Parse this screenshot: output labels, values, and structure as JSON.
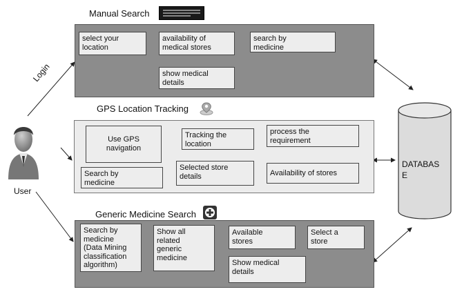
{
  "titles": {
    "manual": "Manual Search",
    "gps": "GPS Location Tracking",
    "generic": "Generic Medicine Search"
  },
  "actor": {
    "label": "User",
    "login_label": "Login"
  },
  "database": {
    "label": "DATABAS\nE"
  },
  "manual": {
    "select_location": "select your\nlocation",
    "availability": "availability of\nmedical stores",
    "search_medicine": "search by\nmedicine",
    "show_details": "show medical\ndetails"
  },
  "gps": {
    "use_gps": "Use GPS\nnavigation",
    "tracking": "Tracking the\nlocation",
    "process": "process the\nrequirement",
    "search_medicine": "Search by\nmedicine",
    "selected_store": "Selected store\ndetails",
    "availability": "Availability of stores"
  },
  "generic": {
    "search_dm": "Search by\nmedicine\n(Data Mining\nclassification\nalgorithm)",
    "show_related": "Show all\nrelated\ngeneric\nmedicine",
    "available_stores": "Available\nstores",
    "select_store": "Select a\nstore",
    "show_details": "Show medical\ndetails"
  },
  "icons": [
    "keyboard-icon",
    "location-pin-icon",
    "plus-icon",
    "user-avatar-icon"
  ]
}
